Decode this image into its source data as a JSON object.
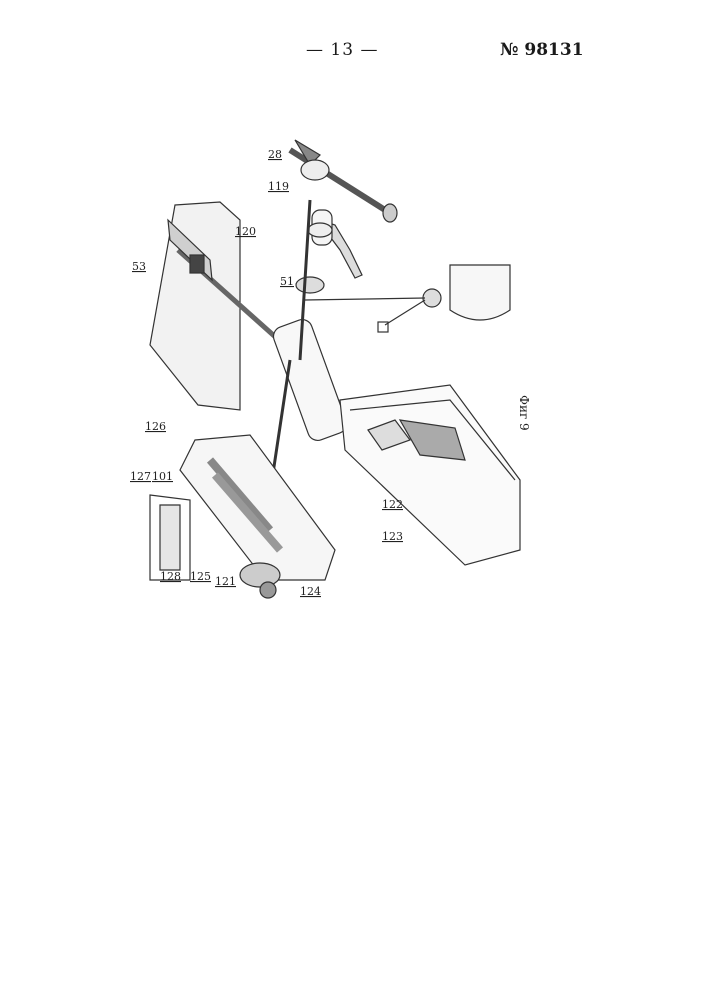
{
  "header": {
    "page_number": "— 13 —",
    "patent_number": "№ 98131"
  },
  "figure": {
    "caption": "Фиг 9",
    "labels": {
      "l28": "28",
      "l119": "119",
      "l120": "120",
      "l53": "53",
      "l51": "51",
      "l126": "126",
      "l127": "127",
      "l101": "101",
      "l122": "122",
      "l123": "123",
      "l128": "128",
      "l125": "125",
      "l121": "121",
      "l124": "124"
    }
  }
}
